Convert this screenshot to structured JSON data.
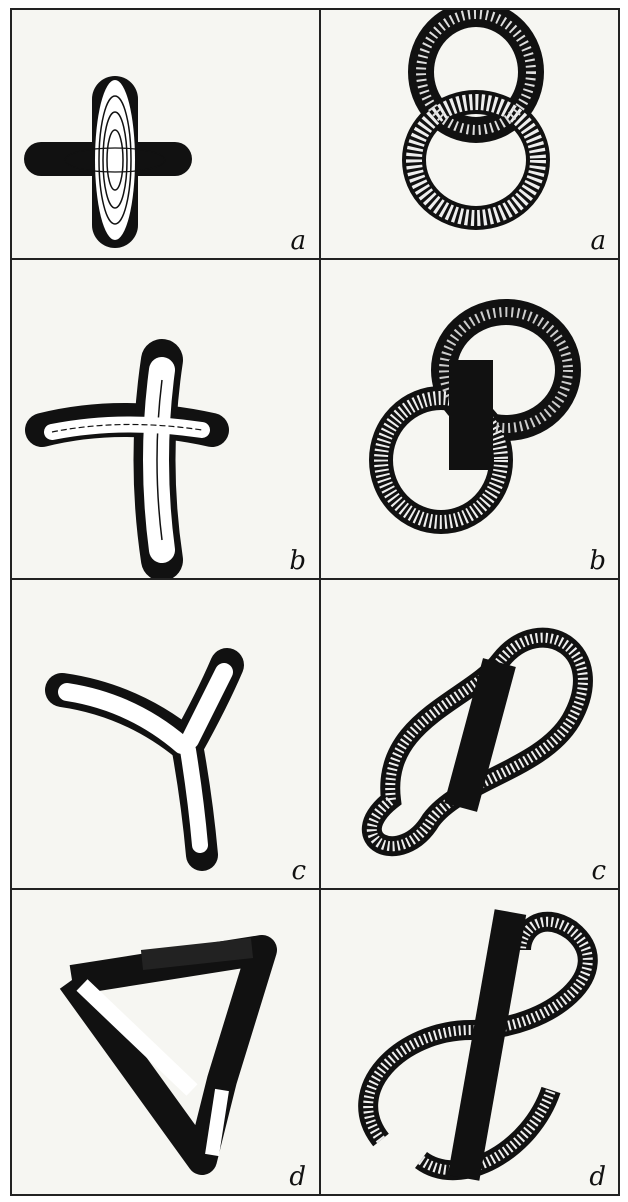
{
  "panels": [
    {
      "id": "left-a",
      "label": "a"
    },
    {
      "id": "right-a",
      "label": "a"
    },
    {
      "id": "left-b",
      "label": "b"
    },
    {
      "id": "right-b",
      "label": "b"
    },
    {
      "id": "left-c",
      "label": "c"
    },
    {
      "id": "right-c",
      "label": "c"
    },
    {
      "id": "left-d",
      "label": "d"
    },
    {
      "id": "right-d",
      "label": "d"
    }
  ],
  "colors": {
    "ink": "#111111",
    "paper": "#f6f6f2"
  }
}
